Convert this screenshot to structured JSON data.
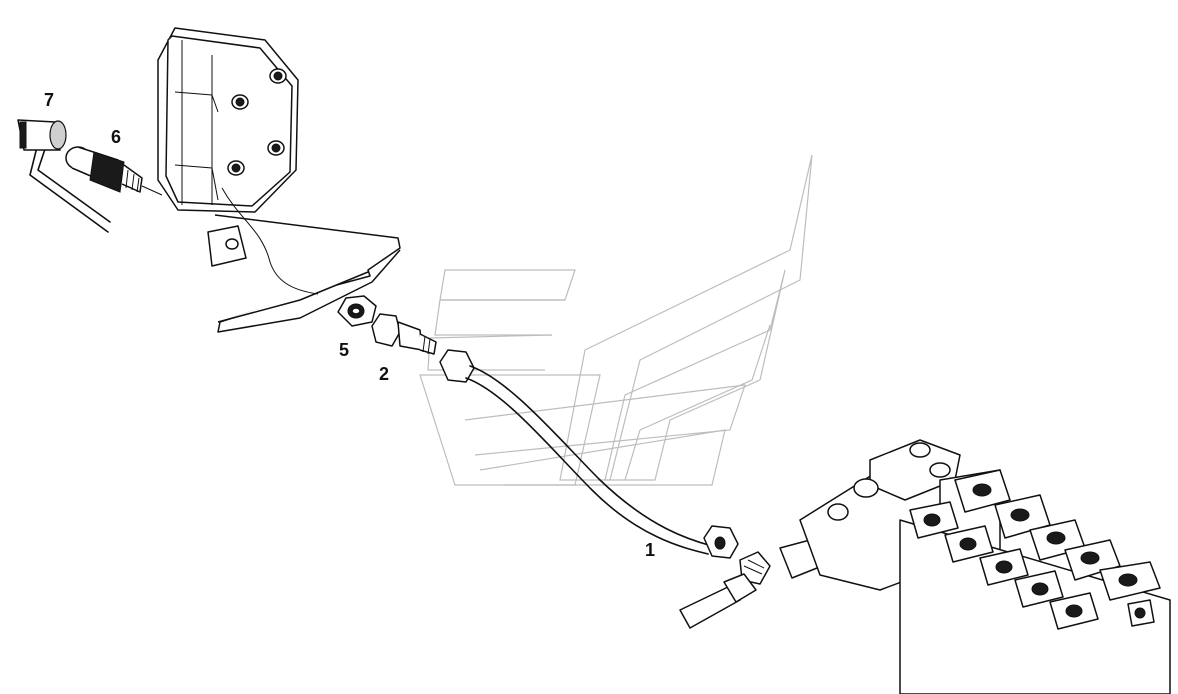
{
  "callouts": {
    "c1": "1",
    "c2": "2",
    "c5": "5",
    "c6": "6",
    "c7": "7"
  },
  "icons": {
    "watermark": "brand-logo-watermark"
  }
}
